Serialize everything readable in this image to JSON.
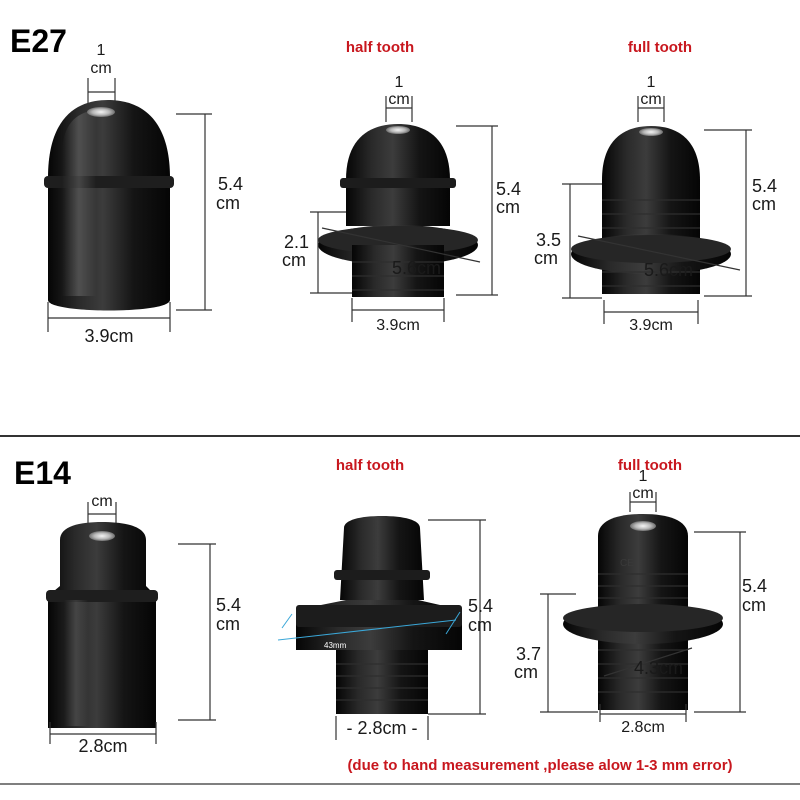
{
  "sections": [
    {
      "title": "E27",
      "items": [
        {
          "variant": "",
          "dims": {
            "top": "1",
            "top_unit": "cm",
            "height": "5.4",
            "height_unit": "cm",
            "bottom": "3.9cm"
          }
        },
        {
          "variant": "half tooth",
          "dims": {
            "top": "1",
            "top_unit": "cm",
            "height": "5.4",
            "height_unit": "cm",
            "side": "2.1",
            "side_unit": "cm",
            "ring": "5.6cm",
            "bottom": "3.9cm"
          }
        },
        {
          "variant": "full tooth",
          "dims": {
            "top": "1",
            "top_unit": "cm",
            "height": "5.4",
            "height_unit": "cm",
            "side": "3.5",
            "side_unit": "cm",
            "ring": "5.6cm",
            "bottom": "3.9cm"
          }
        }
      ]
    },
    {
      "title": "E14",
      "items": [
        {
          "variant": "",
          "dims": {
            "top": "",
            "top_unit": "cm",
            "height": "5.4",
            "height_unit": "cm",
            "bottom": "2.8cm"
          }
        },
        {
          "variant": "half tooth",
          "dims": {
            "height": "5.4",
            "height_unit": "cm",
            "ring_label": "43mm",
            "bottom": "- 2.8cm -"
          }
        },
        {
          "variant": "full tooth",
          "dims": {
            "top": "1",
            "top_unit": "cm",
            "height": "5.4",
            "height_unit": "cm",
            "side": "3.7",
            "side_unit": "cm",
            "ring": "4.3cm",
            "bottom": "2.8cm"
          }
        }
      ]
    }
  ],
  "note": "(due to hand measurement ,please alow 1-3 mm error)",
  "colors": {
    "accent_red": "#c8171e",
    "divider": "#333333",
    "product_black": "#111111"
  }
}
